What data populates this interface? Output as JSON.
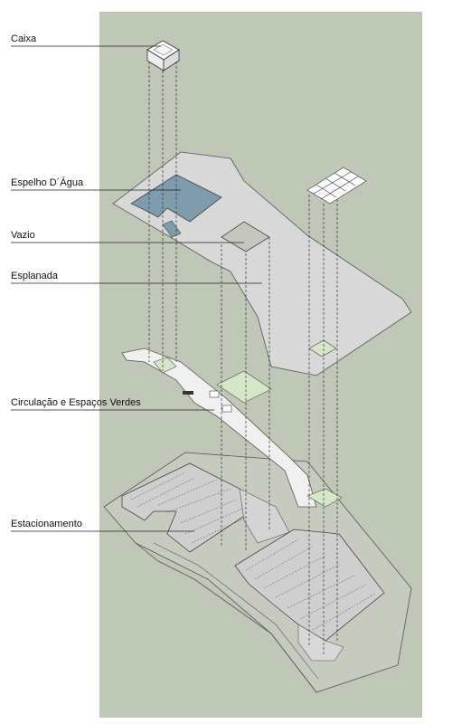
{
  "labels": {
    "caixa": "Caixa",
    "espelho": "Espelho D´Água",
    "vazio": "Vazio",
    "esplanada": "Esplanada",
    "circulacao": "Circulação e Espaços Verdes",
    "estacionamento": "Estacionamento"
  },
  "colors": {
    "background": "#bfc7b6",
    "slab": "#d8d8d8",
    "water": "#7e9cad",
    "green": "#d5e7c6",
    "parking": "#cfcfcf",
    "outline": "#555555"
  }
}
